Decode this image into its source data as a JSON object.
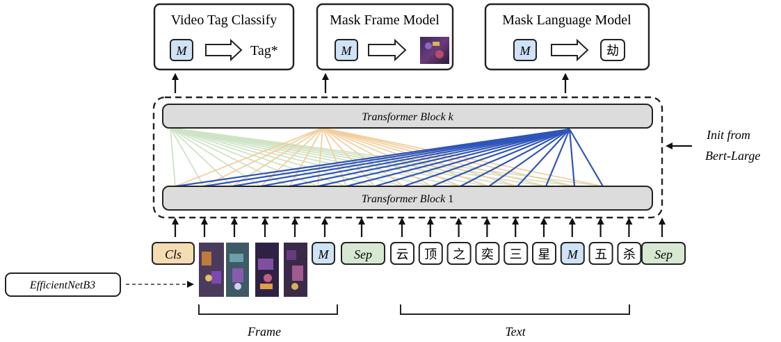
{
  "heads": [
    {
      "title": "Video Tag Classify",
      "token": "M",
      "output": "Tag*"
    },
    {
      "title": "Mask Frame Model",
      "token": "M",
      "output_icon": "game-frame-thumbnail"
    },
    {
      "title": "Mask Language Model",
      "token": "M",
      "output": "劫"
    }
  ],
  "transformer": {
    "top_prefix": "Transformer Block ",
    "top_index": "k",
    "bottom_prefix": "Transformer Block ",
    "bottom_index": "1",
    "init_note_line1": "Init from",
    "init_note_line2": "Bert-Large"
  },
  "tokens": {
    "cls": "Cls",
    "frame_mask": "M",
    "sep1": "Sep",
    "text": [
      "云",
      "顶",
      "之",
      "奕",
      "三",
      "星",
      "M",
      "五",
      "杀"
    ],
    "sep2": "Sep"
  },
  "extractor": "EfficientNetB3",
  "groups": {
    "frame": "Frame",
    "text": "Text"
  },
  "colors": {
    "cls_fill": "#f6dcb3",
    "mask_fill": "#cfe3f5",
    "sep_fill": "#d7e8d2",
    "attn_blue": "#2f55b8",
    "attn_orange": "#f3cf9f",
    "attn_green": "#cfe3c6",
    "block_fill": "#dcdcdc"
  }
}
